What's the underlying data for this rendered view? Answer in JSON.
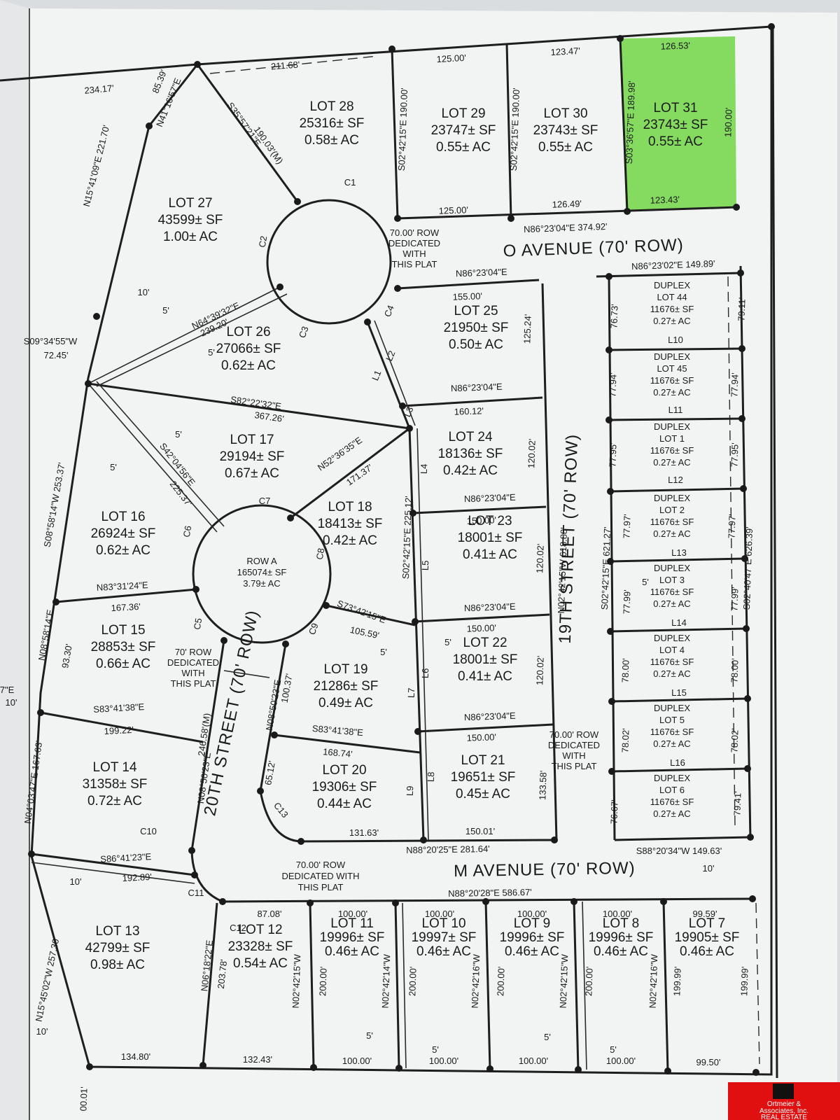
{
  "colors": {
    "highlight": "#7ed957",
    "paper": "#f2f3f3",
    "logo_bg": "#e01010"
  },
  "roads": {
    "o_avenue": "O AVENUE (70' ROW)",
    "m_avenue": "M AVENUE (70' ROW)",
    "st19": "19TH STREET (70' ROW)",
    "st20": "20TH STREET (70' ROW)",
    "row_dedicated_o": [
      "70.00' ROW",
      "DEDICATED",
      "WITH",
      "THIS PLAT"
    ],
    "row_dedicated_m": [
      "70.00' ROW",
      "DEDICATED WITH",
      "THIS PLAT"
    ],
    "row_dedicated_20": [
      "70' ROW",
      "DEDICATED",
      "WITH",
      "THIS PLAT"
    ],
    "row_dedicated_19": [
      "70.00' ROW",
      "DEDICATED",
      "WITH",
      "THIS PLAT"
    ]
  },
  "row_a": [
    "ROW A",
    "165074± SF",
    "3.79± AC"
  ],
  "lots": [
    {
      "id": "lot28",
      "lines": [
        "LOT 28",
        "25316± SF",
        "0.58± AC"
      ]
    },
    {
      "id": "lot29",
      "lines": [
        "LOT 29",
        "23747± SF",
        "0.55± AC"
      ]
    },
    {
      "id": "lot30",
      "lines": [
        "LOT 30",
        "23743± SF",
        "0.55± AC"
      ]
    },
    {
      "id": "lot31",
      "lines": [
        "LOT 31",
        "23743± SF",
        "0.55± AC"
      ]
    },
    {
      "id": "lot27",
      "lines": [
        "LOT 27",
        "43599± SF",
        "1.00± AC"
      ]
    },
    {
      "id": "lot26",
      "lines": [
        "LOT 26",
        "27066± SF",
        "0.62± AC"
      ]
    },
    {
      "id": "lot25",
      "lines": [
        "LOT 25",
        "21950± SF",
        "0.50± AC"
      ]
    },
    {
      "id": "lot17",
      "lines": [
        "LOT 17",
        "29194± SF",
        "0.67± AC"
      ]
    },
    {
      "id": "lot24",
      "lines": [
        "LOT 24",
        "18136± SF",
        "0.42± AC"
      ]
    },
    {
      "id": "lot16",
      "lines": [
        "LOT 16",
        "26924± SF",
        "0.62± AC"
      ]
    },
    {
      "id": "lot18",
      "lines": [
        "LOT 18",
        "18413± SF",
        "0.42± AC"
      ]
    },
    {
      "id": "lot23",
      "lines": [
        "LOT 23",
        "18001± SF",
        "0.41± AC"
      ]
    },
    {
      "id": "lot15",
      "lines": [
        "LOT 15",
        "28853± SF",
        "0.66± AC"
      ]
    },
    {
      "id": "lot19",
      "lines": [
        "LOT 19",
        "21286± SF",
        "0.49± AC"
      ]
    },
    {
      "id": "lot22",
      "lines": [
        "LOT 22",
        "18001± SF",
        "0.41± AC"
      ]
    },
    {
      "id": "lot14",
      "lines": [
        "LOT 14",
        "31358± SF",
        "0.72± AC"
      ]
    },
    {
      "id": "lot20",
      "lines": [
        "LOT 20",
        "19306± SF",
        "0.44± AC"
      ]
    },
    {
      "id": "lot21",
      "lines": [
        "LOT 21",
        "19651± SF",
        "0.45± AC"
      ]
    },
    {
      "id": "lot13",
      "lines": [
        "LOT 13",
        "42799± SF",
        "0.98± AC"
      ]
    },
    {
      "id": "lot12",
      "lines": [
        "LOT 12",
        "23328± SF",
        "0.54± AC"
      ]
    },
    {
      "id": "lot11",
      "lines": [
        "LOT 11",
        "19996± SF",
        "0.46± AC"
      ]
    },
    {
      "id": "lot10",
      "lines": [
        "LOT 10",
        "19997± SF",
        "0.46± AC"
      ]
    },
    {
      "id": "lot9",
      "lines": [
        "LOT 9",
        "19996± SF",
        "0.46± AC"
      ]
    },
    {
      "id": "lot8",
      "lines": [
        "LOT 8",
        "19996± SF",
        "0.46± AC"
      ]
    },
    {
      "id": "lot7",
      "lines": [
        "LOT 7",
        "19905± SF",
        "0.46± AC"
      ]
    }
  ],
  "duplex": [
    {
      "id": "lot44",
      "lines": [
        "DUPLEX",
        "LOT 44",
        "11676± SF",
        "0.27± AC"
      ]
    },
    {
      "id": "lot45",
      "lines": [
        "DUPLEX",
        "LOT 45",
        "11676± SF",
        "0.27± AC"
      ]
    },
    {
      "id": "lot1",
      "lines": [
        "DUPLEX",
        "LOT 1",
        "11676± SF",
        "0.27± AC"
      ]
    },
    {
      "id": "lot2",
      "lines": [
        "DUPLEX",
        "LOT 2",
        "11676± SF",
        "0.27± AC"
      ]
    },
    {
      "id": "lot3",
      "lines": [
        "DUPLEX",
        "LOT 3",
        "11676± SF",
        "0.27± AC"
      ]
    },
    {
      "id": "lot4",
      "lines": [
        "DUPLEX",
        "LOT 4",
        "11676± SF",
        "0.27± AC"
      ]
    },
    {
      "id": "lot5",
      "lines": [
        "DUPLEX",
        "LOT 5",
        "11676± SF",
        "0.27± AC"
      ]
    },
    {
      "id": "lot6",
      "lines": [
        "DUPLEX",
        "LOT 6",
        "11676± SF",
        "0.27± AC"
      ]
    }
  ],
  "dims": {
    "d_234_17": "234.17'",
    "d_85_39": "85.39'",
    "d_211_68": "211.68'",
    "d_125_00a": "125.00'",
    "d_123_47": "123.47'",
    "d_126_53": "126.53'",
    "b_n41": "N41°16'57\"E",
    "b_s35": "S35°57'21\"E",
    "d_190_03": "190.03'(M)",
    "b_s02_29": "S02°42'15\"E 190.00'",
    "b_s02_30": "S02°42'15\"E 190.00'",
    "b_s03": "S03°36'57\"E 189.98'",
    "d_190_00": "190.00'",
    "d_125_00b": "125.00'",
    "d_126_49": "126.49'",
    "d_123_43": "123.43'",
    "b_o_south": "N86°23'04\"E 374.92'",
    "c1": "C1",
    "c2": "C2",
    "c3": "C3",
    "c4": "C4",
    "c5": "C5",
    "c6": "C6",
    "c7": "C7",
    "c8": "C8",
    "c9": "C9",
    "c10": "C10",
    "c11": "C11",
    "c12": "C12",
    "c13": "C13",
    "b_n15": "N15°41'09\"E 221.70'",
    "d_10a": "10'",
    "d_10b": "10'",
    "b_n86_row": "N86°23'04\"E",
    "d_155": "155.00'",
    "b_n86_o": "N86°23'02\"E 149.89'",
    "d_76_73": "76.73'",
    "d_79_11": "79.11'",
    "l10": "L10",
    "d_125_24": "125.24'",
    "d_5a": "5'",
    "d_5b": "5'",
    "b_n64": "N64°39'32\"E",
    "d_239_20": "239.20'",
    "b_s09": "S09°34'55\"W",
    "d_72_45": "72.45'",
    "l1": "L1",
    "l2": "L2",
    "l3": "L3",
    "b_n86_25": "N86°23'04\"E",
    "d_160_12": "160.12'",
    "d_77_94a": "77.94'",
    "d_77_94b": "77.94'",
    "l11": "L11",
    "b_s82": "S82°22'32\"E",
    "d_367_26": "367.26'",
    "d_120_02a": "120.02'",
    "d_77_95a": "77.95'",
    "d_77_95b": "77.95'",
    "d_5c": "5'",
    "d_5d": "5'",
    "b_s42": "S42°04'56\"E",
    "d_225_37": "225.37'",
    "b_n52": "N52°36'35\"E",
    "d_171_37": "171.37'",
    "l4": "L4",
    "l12": "L12",
    "b_s08": "S08°58'14\"W 253.37'",
    "b_n86_23": "N86°23'04\"E",
    "d_150a": "150.00'",
    "b_s02_225": "S02°42'15\"E 225.12'",
    "b_n02_618": "N02°42'15\"W 618.88'",
    "b_s02_621": "S02°42'15\"E 621.27'",
    "d_77_97a": "77.97'",
    "d_77_97b": "77.97'",
    "b_s02_626": "S02°40'47\"E 626.39'",
    "d_120_02b": "120.02'",
    "l5": "L5",
    "l13": "L13",
    "d_5e": "5'",
    "b_n83": "N83°31'24\"E",
    "d_167_36": "167.36'",
    "b_s73": "S73°42'15\"E",
    "d_105_59": "105.59'",
    "b_n86_22": "N86°23'04\"E",
    "d_150b": "150.00'",
    "d_77_99a": "77.99'",
    "d_77_99b": "77.99'",
    "l14": "L14",
    "b_n08_93": "N08°58'14\"E",
    "d_93_30": "93.30'",
    "d_5f": "5'",
    "d_5g": "5'",
    "l6": "L6",
    "l7": "L7",
    "d_120_02c": "120.02'",
    "d_78_00a": "78.00'",
    "d_78_00b": "78.00'",
    "l15": "L15",
    "d_100_37": "100.37'",
    "b_n08_50a": "N08°50'23\"E",
    "d_246_58": "246.58'(M)",
    "b_s83a": "S83°41'38\"E",
    "d_199_22": "199.22'",
    "b_n86_21": "N86°23'04\"E",
    "d_150c": "150.00'",
    "d_78_02a": "78.02'",
    "d_78_02b": "78.02'",
    "b_s83b": "S83°41'38\"E",
    "d_168_74": "168.74'",
    "d_65_12": "65.12'",
    "b_n08_50b": "N08°50'23\"E",
    "d_133_58": "133.58'",
    "l16": "L16",
    "l8": "L8",
    "l9": "L9",
    "b_n04": "N04°03'47\"E 167.63'",
    "d_76_67": "76.67'",
    "d_79_41": "79.41'",
    "d_131_63": "131.63'",
    "d_150_01": "150.01'",
    "b_s86": "S86°41'23\"E",
    "d_192_89": "192.89'",
    "b_n88_281": "N88°20'25\"E 281.64'",
    "b_s88": "S88°20'34\"W 149.63'",
    "d_10c": "10'",
    "d_10d": "10'",
    "b_n88_586": "N88°20'28\"E 586.67'",
    "d_87_08": "87.08'",
    "d_100a": "100.00'",
    "d_100b": "100.00'",
    "d_100c": "100.00'",
    "d_100d": "100.00'",
    "d_99_59": "99.59'",
    "b_n15_257": "N15°45'02\"W 257.30'",
    "b_n06": "N06°18'22\"E",
    "d_203_78": "203.78'",
    "b_n02_12": "N02°42'15\"W",
    "d_200a": "200.00'",
    "b_n02_10": "N02°42'14\"W",
    "d_200b": "200.00'",
    "b_n02_9": "N02°42'16\"W",
    "d_200c": "200.00'",
    "b_n02_8": "N02°42'15\"W",
    "d_200d": "200.00'",
    "b_n02_7": "N02°42'16\"W",
    "d_199_99a": "199.99'",
    "d_199_99b": "199.99'",
    "d_10e": "10'",
    "d_134_80": "134.80'",
    "d_132_43": "132.43'",
    "d_100e": "100.00'",
    "d_100f": "100.00'",
    "d_100g": "100.00'",
    "d_100h": "100.00'",
    "d_99_50": "99.50'",
    "d_5h": "5'",
    "d_5i": "5'",
    "d_5j": "5'",
    "d_5k": "5'",
    "d_00_01": "00.01'",
    "d_7e": "7\"E",
    "d_10f": "10'"
  },
  "logo": {
    "line1": "Ortmeier &",
    "line2": "Associates, Inc.",
    "line3": "REAL ESTATE"
  }
}
